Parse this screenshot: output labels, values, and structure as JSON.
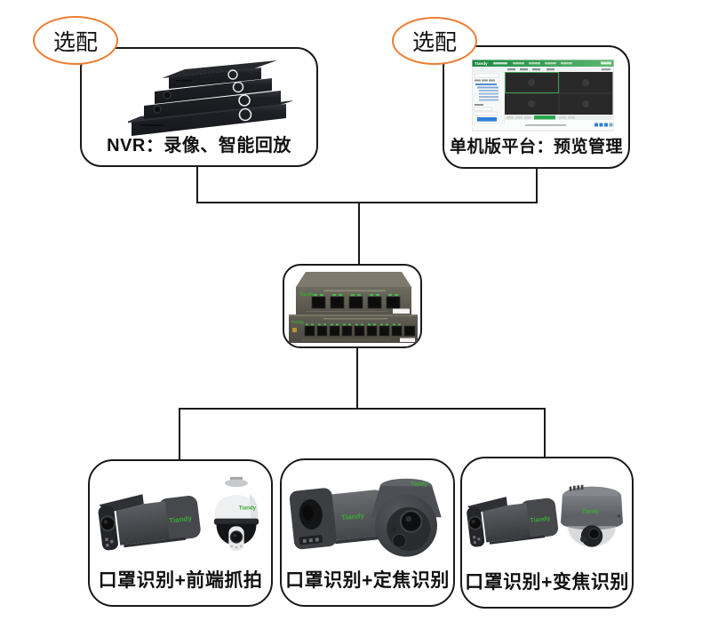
{
  "badges": {
    "optional": "选配"
  },
  "brand": "Tiandy",
  "nodes": {
    "nvr": {
      "label": "NVR：录像、智能回放"
    },
    "platform": {
      "label": "单机版平台：预览管理"
    },
    "cam_capture": {
      "label": "口罩识别+前端抓拍"
    },
    "cam_fixed": {
      "label": "口罩识别+定焦识别"
    },
    "cam_zoom": {
      "label": "口罩识别+变焦识别"
    }
  },
  "colors": {
    "accent_orange": "#ED7D31",
    "line_black": "#1a1a1a",
    "brand_green": "#3BAA35",
    "platform_header_green": "#2E9E4F",
    "platform_button_blue": "#2E7FD6",
    "switch_led_green": "#41C24B"
  }
}
